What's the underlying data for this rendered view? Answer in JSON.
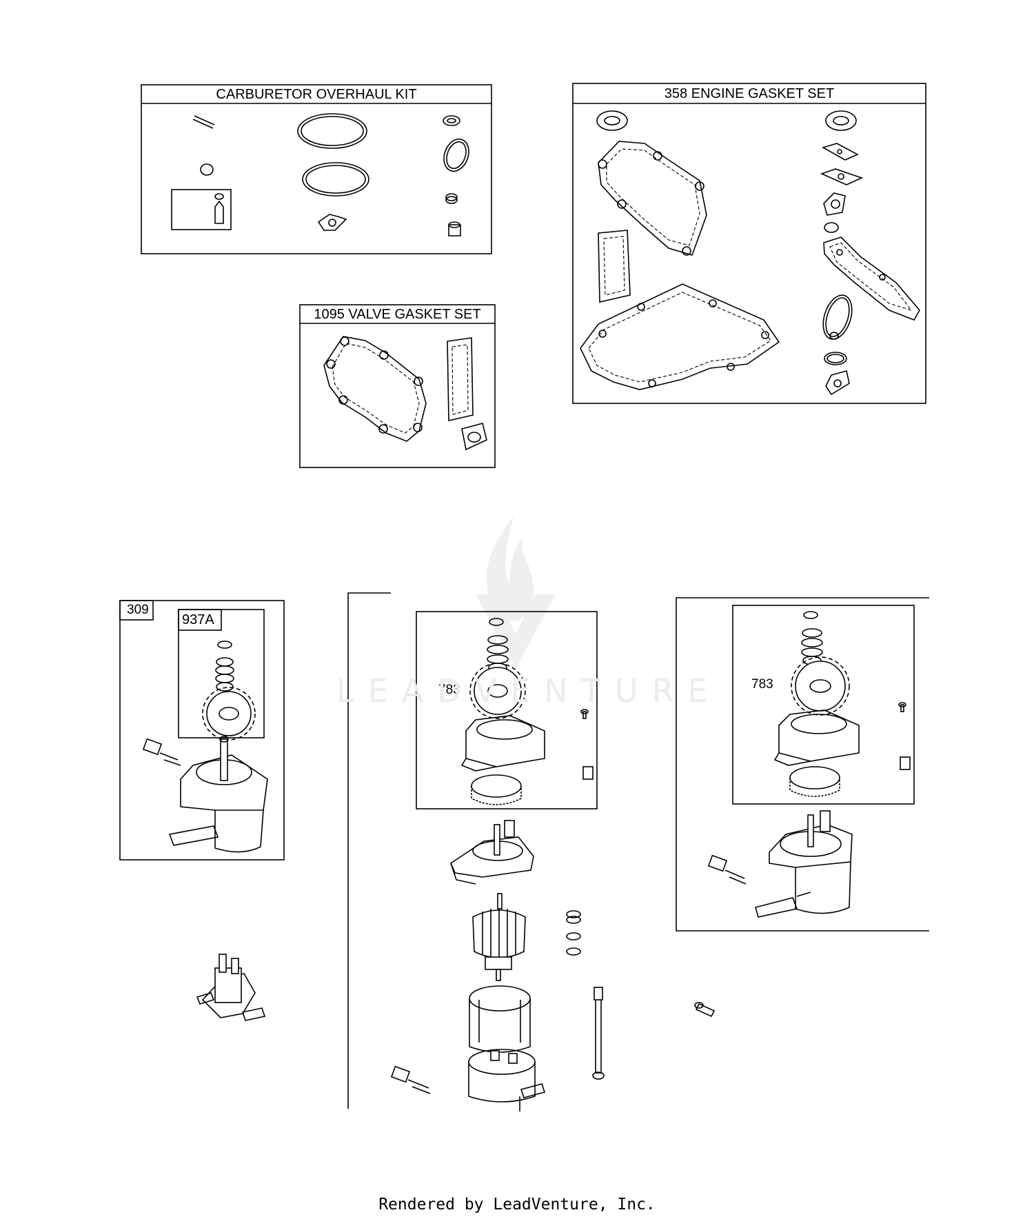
{
  "kits": {
    "carburetor_overhaul": "CARBURETOR OVERHAUL KIT",
    "engine_gasket_set": "358 ENGINE GASKET SET",
    "valve_gasket_set": "1095 VALVE GASKET SET"
  },
  "callouts": {
    "starter_assembly": "309",
    "drive_kit": "937A",
    "gear_center": "783",
    "gear_right": "783"
  },
  "watermark": "LEADVENTURE",
  "footer": "Rendered by LeadVenture, Inc.",
  "icons": [
    "o-ring-icon",
    "gasket-icon",
    "seal-icon",
    "gear-icon",
    "spring-icon",
    "starter-motor-icon",
    "solenoid-icon",
    "armature-icon",
    "screw-icon",
    "terminal-connector-icon",
    "flame-logo-icon"
  ]
}
